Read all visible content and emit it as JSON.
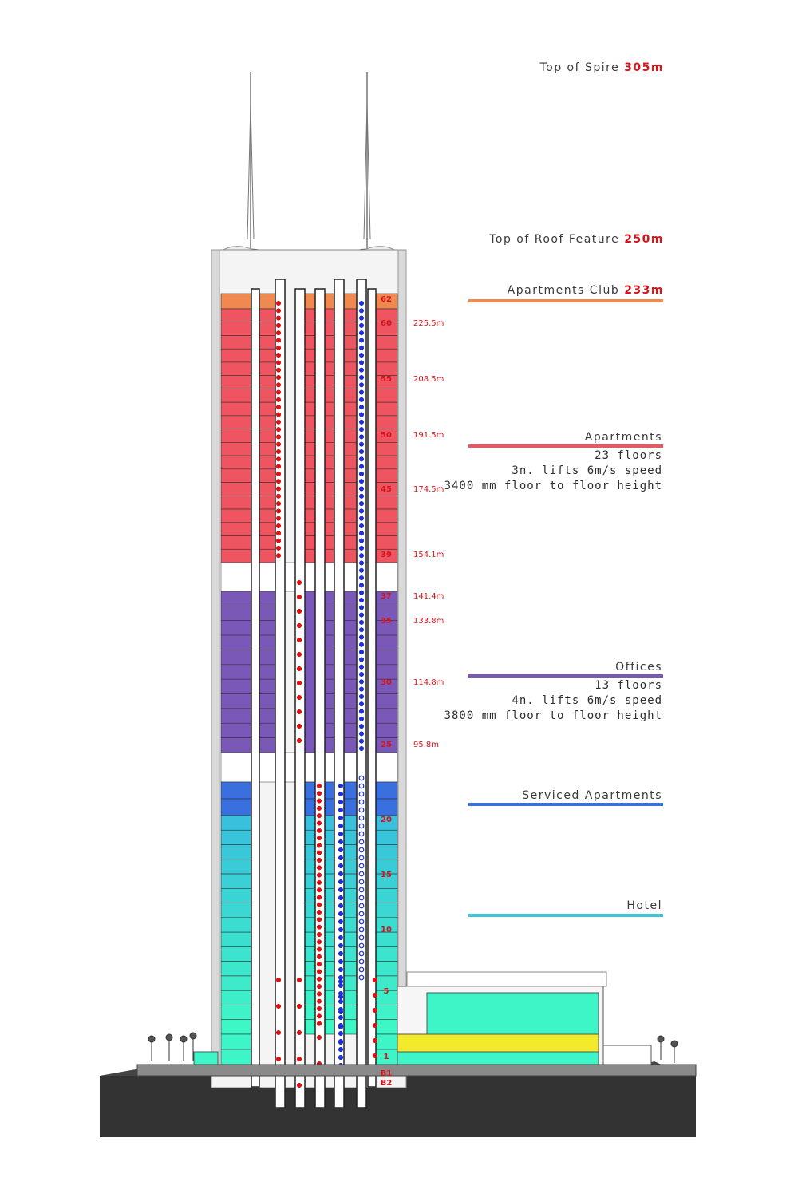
{
  "markers": {
    "spire": {
      "label": "Top of Spire",
      "value": "305m"
    },
    "roof": {
      "label": "Top of Roof Feature",
      "value": "250m"
    },
    "club": {
      "label": "Apartments Club",
      "value": "233m",
      "color": "#f0894f"
    }
  },
  "zones": {
    "apartments": {
      "title": "Apartments",
      "color": "#ee5560",
      "notes": [
        "23 floors",
        "3n. lifts 6m/s speed",
        "3400 mm floor to floor height"
      ]
    },
    "offices": {
      "title": "Offices",
      "color": "#7a58b8",
      "notes": [
        "13 floors",
        "4n. lifts 6m/s speed",
        "3800 mm floor to floor height"
      ]
    },
    "serviced": {
      "title": "Serviced Apartments",
      "color": "#3a6fe0"
    },
    "hotel": {
      "title": "Hotel",
      "color": "#3cc6d8"
    }
  },
  "floor_labels": [
    {
      "floor": "62"
    },
    {
      "floor": "60",
      "height": "225.5m"
    },
    {
      "floor": "55",
      "height": "208.5m"
    },
    {
      "floor": "50",
      "height": "191.5m"
    },
    {
      "floor": "45",
      "height": "174.5m"
    },
    {
      "floor": "39",
      "height": "154.1m"
    },
    {
      "floor": "37",
      "height": "141.4m"
    },
    {
      "floor": "35",
      "height": "133.8m"
    },
    {
      "floor": "30",
      "height": "114.8m"
    },
    {
      "floor": "25",
      "height": "95.8m"
    },
    {
      "floor": "20"
    },
    {
      "floor": "15"
    },
    {
      "floor": "10"
    },
    {
      "floor": "5"
    },
    {
      "floor": "1"
    },
    {
      "floor": "B1"
    },
    {
      "floor": "B2"
    }
  ],
  "colors": {
    "club": "#f0894f",
    "apartments": "#ee5560",
    "offices": "#7a58b8",
    "serviced": "#3a6fe0",
    "hotel_top": "#3cc6d8",
    "hotel_bottom": "#3ef5c8",
    "podium_yellow": "#f2ea2a",
    "ground": "#333333",
    "red_dot": "#e01010",
    "blue_dot": "#1a2fd6"
  }
}
